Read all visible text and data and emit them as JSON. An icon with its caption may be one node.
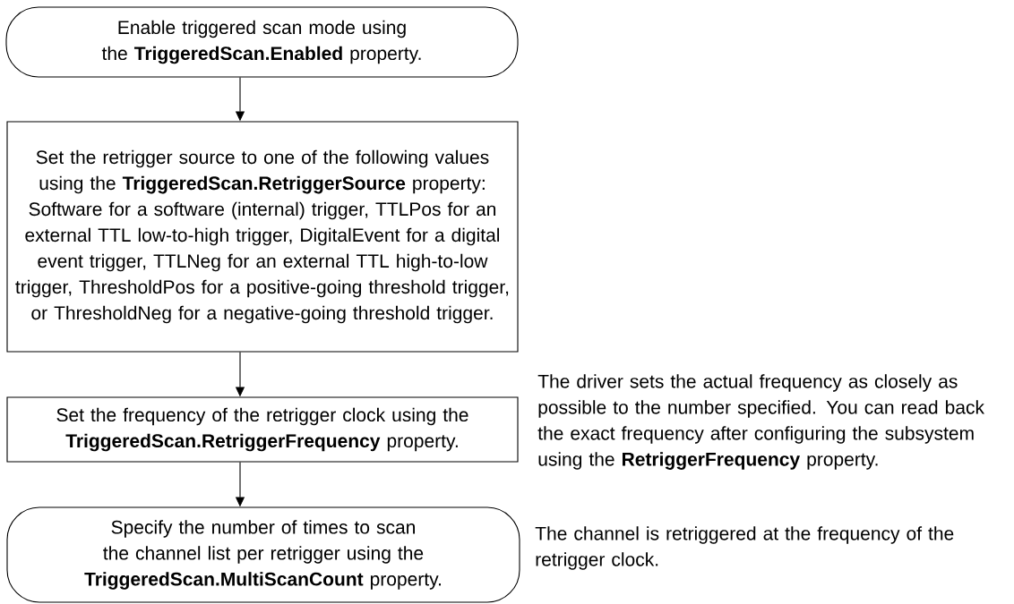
{
  "diagram": {
    "nodes": [
      {
        "text": [
          "Enable triggered scan mode using the **TriggeredScan.Enabled** property."
        ]
      },
      {
        "text": [
          "Set the retrigger source to one of the following values using the **TriggeredScan.RetriggerSource** property: Software for a software (internal) trigger, TTLPos for an external TTL low-to-high trigger, DigitalEvent for a digital event trigger, TTLNeg for an external TTL high-to-low trigger, ThresholdPos for a positive-going threshold trigger, or ThresholdNeg for a negative-going threshold trigger."
        ]
      },
      {
        "text": [
          "Set the frequency of the retrigger clock using the **TriggeredScan.RetriggerFrequency** property."
        ],
        "beside": [
          "The driver sets the actual frequency as closely as possible to the number specified. You can read back the exact frequency after configuring the subsystem using the **RetriggerFrequency** property."
        ]
      },
      {
        "text": [
          "Specify the number of times to scan the channel list per retrigger using the **TriggeredScan.MultiScanCount** property."
        ],
        "beside": [
          "The channel is retriggered at the frequency of the retrigger clock."
        ]
      }
    ],
    "edges": [
      {
        "from": 0,
        "to": 1,
        "arrow": "to"
      },
      {
        "from": 1,
        "to": 2,
        "arrow": "to"
      },
      {
        "from": 2,
        "to": 3,
        "arrow": "to"
      }
    ]
  }
}
